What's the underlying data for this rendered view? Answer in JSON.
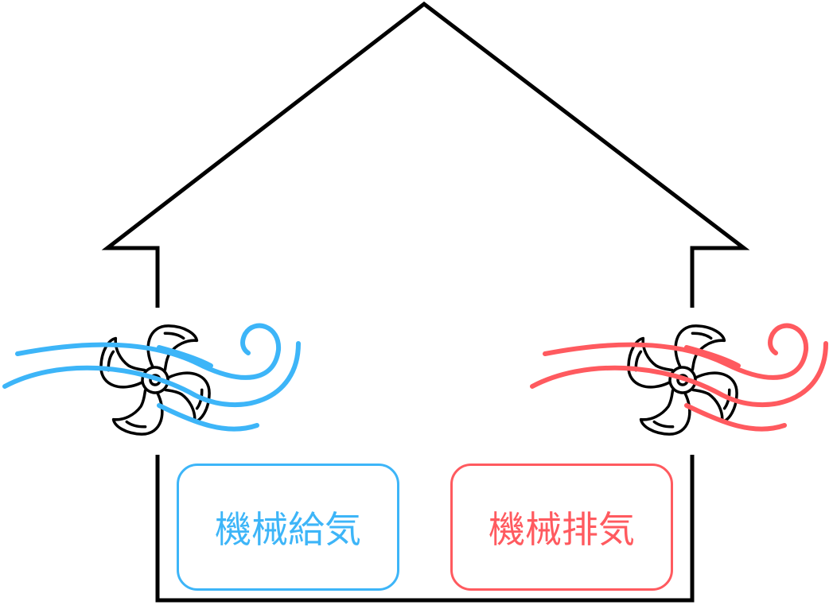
{
  "labels": {
    "supply": "機械給気",
    "exhaust": "機械排気"
  },
  "colors": {
    "supply": "#3db5f8",
    "exhaust": "#ff5a5f",
    "outline": "#000000"
  },
  "icons": [
    "house-outline",
    "fan-icon",
    "wind-icon"
  ]
}
